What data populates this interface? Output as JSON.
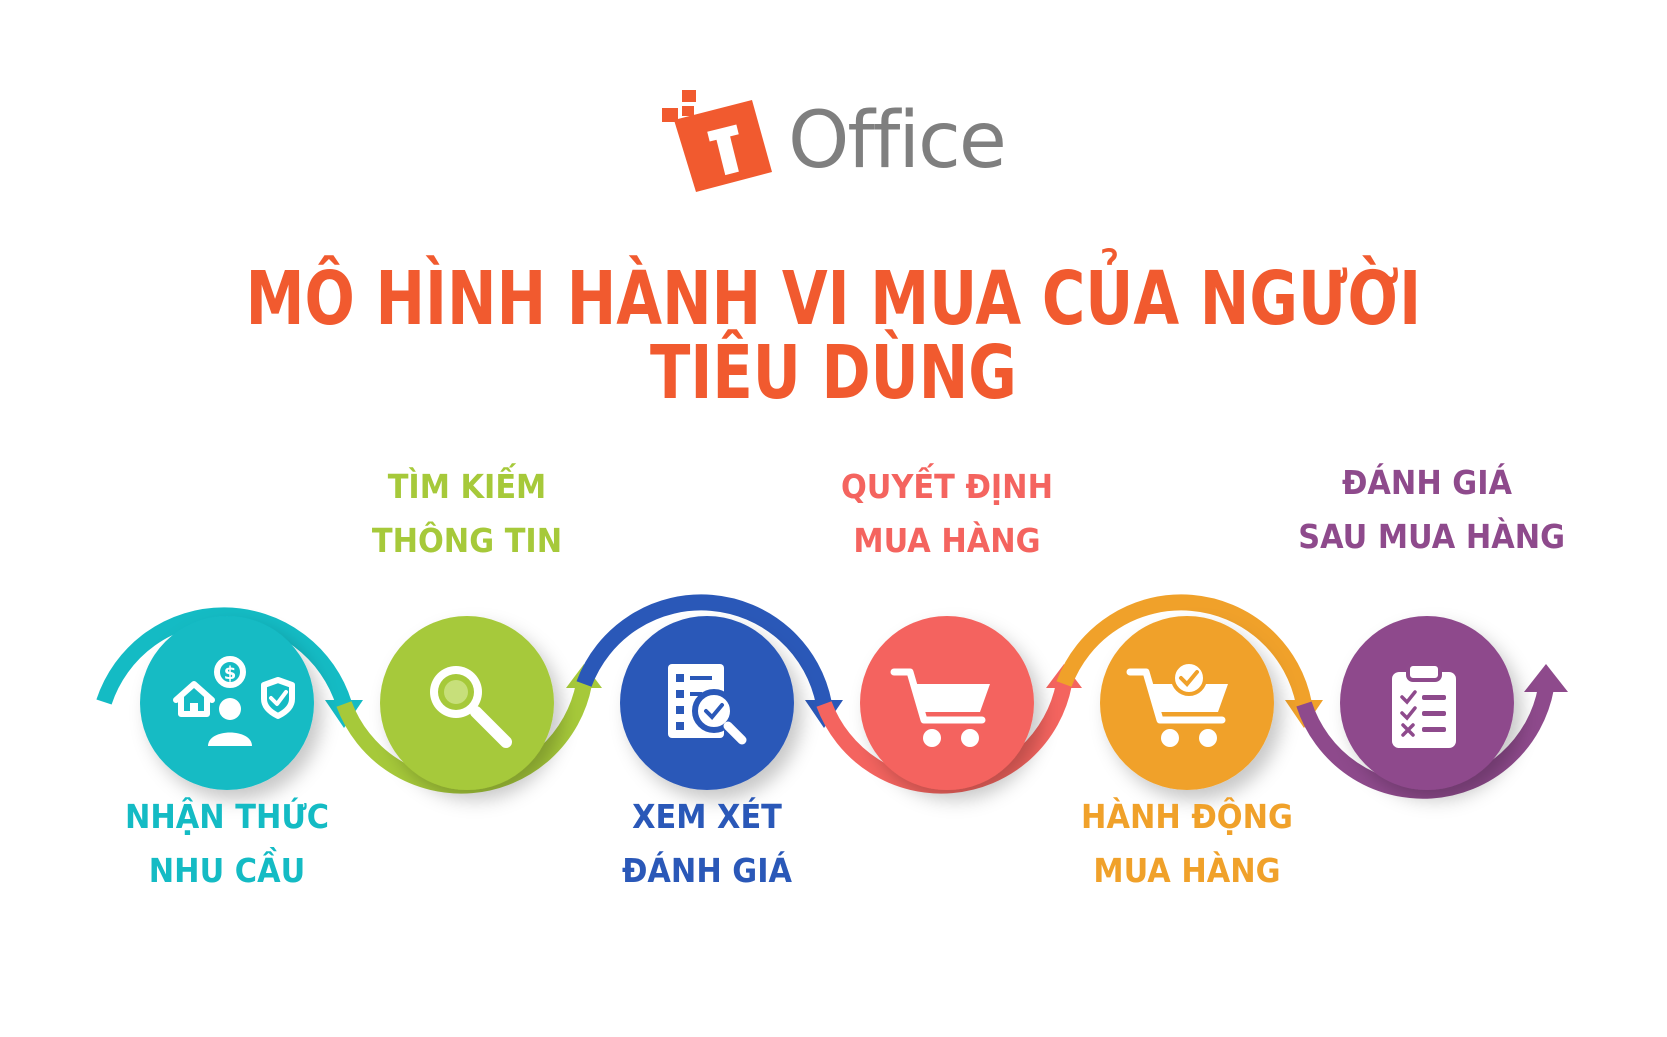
{
  "logo": {
    "text": "Office",
    "brand_color": "#f15a2f",
    "text_color": "#7f7f7f"
  },
  "title": "MÔ HÌNH HÀNH VI MUA CỦA NGƯỜI TIÊU DÙNG",
  "steps": [
    {
      "line1": "NHẬN THỨC",
      "line2": "NHU CẦU",
      "color": "#14bbc4",
      "icon": "house-dollar-person-shield-icon"
    },
    {
      "line1": "TÌM KIẾM",
      "line2": "THÔNG TIN",
      "color": "#a6c93a",
      "icon": "magnifier-icon"
    },
    {
      "line1": "XEM XÉT",
      "line2": "ĐÁNH GIÁ",
      "color": "#2a58b8",
      "icon": "checklist-search-icon"
    },
    {
      "line1": "QUYẾT ĐỊNH",
      "line2": "MUA HÀNG",
      "color": "#f4645f",
      "icon": "shopping-cart-icon"
    },
    {
      "line1": "HÀNH ĐỘNG",
      "line2": "MUA HÀNG",
      "color": "#f0a12a",
      "icon": "cart-check-icon"
    },
    {
      "line1": "ĐÁNH GIÁ",
      "line2": "SAU MUA HÀNG",
      "color": "#8e4a8c",
      "icon": "clipboard-checklist-icon"
    }
  ]
}
